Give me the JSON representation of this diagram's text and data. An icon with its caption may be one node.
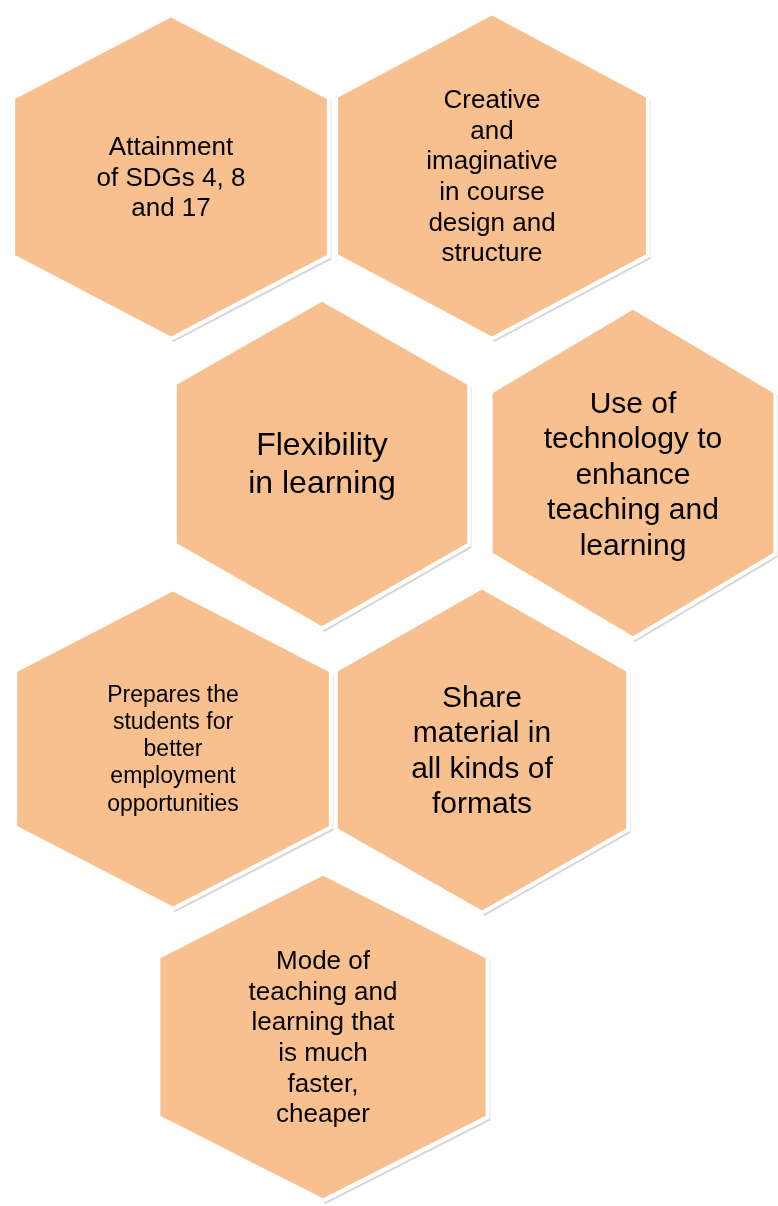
{
  "diagram": {
    "nodes": [
      {
        "text": [
          "Attainment of SDGs 4, 8 and 17"
        ]
      },
      {
        "text": [
          "Creative and imaginative in course design and structure"
        ]
      },
      {
        "text": [
          "Flexibility in learning"
        ]
      },
      {
        "text": [
          "Use of technology to enhance teaching and learning"
        ]
      },
      {
        "text": [
          "Prepares the students for better employment opportunities"
        ]
      },
      {
        "text": [
          "Share material in all kinds of formats"
        ]
      },
      {
        "text": [
          "Mode of teaching and learning that is much faster, cheaper"
        ]
      }
    ]
  }
}
